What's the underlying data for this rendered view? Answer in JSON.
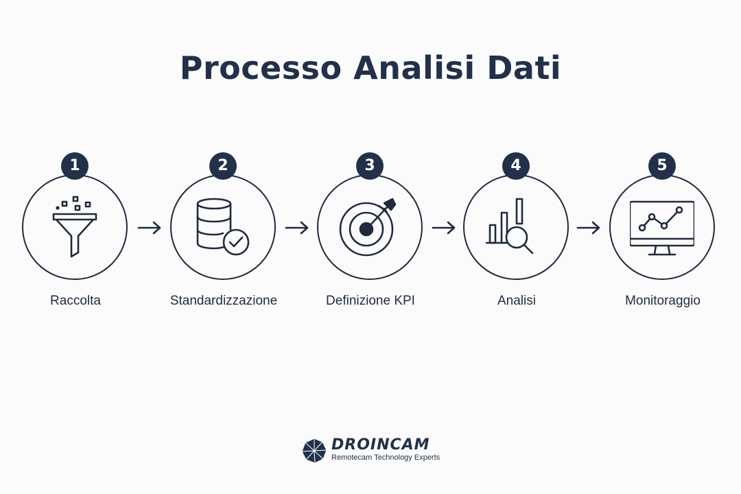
{
  "title": "Processo Analisi Dati",
  "steps": [
    {
      "number": "1",
      "label": "Raccolta",
      "icon": "funnel-icon"
    },
    {
      "number": "2",
      "label": "Standardizzazione",
      "icon": "database-check-icon"
    },
    {
      "number": "3",
      "label": "Definizione KPI",
      "icon": "target-icon"
    },
    {
      "number": "4",
      "label": "Analisi",
      "icon": "bar-chart-search-icon"
    },
    {
      "number": "5",
      "label": "Monitoraggio",
      "icon": "monitor-line-chart-icon"
    }
  ],
  "brand": {
    "name": "DROINCAM",
    "tagline": "Remotecam Technology Experts"
  },
  "colors": {
    "primary": "#22304a",
    "background": "#fbfbfc"
  }
}
